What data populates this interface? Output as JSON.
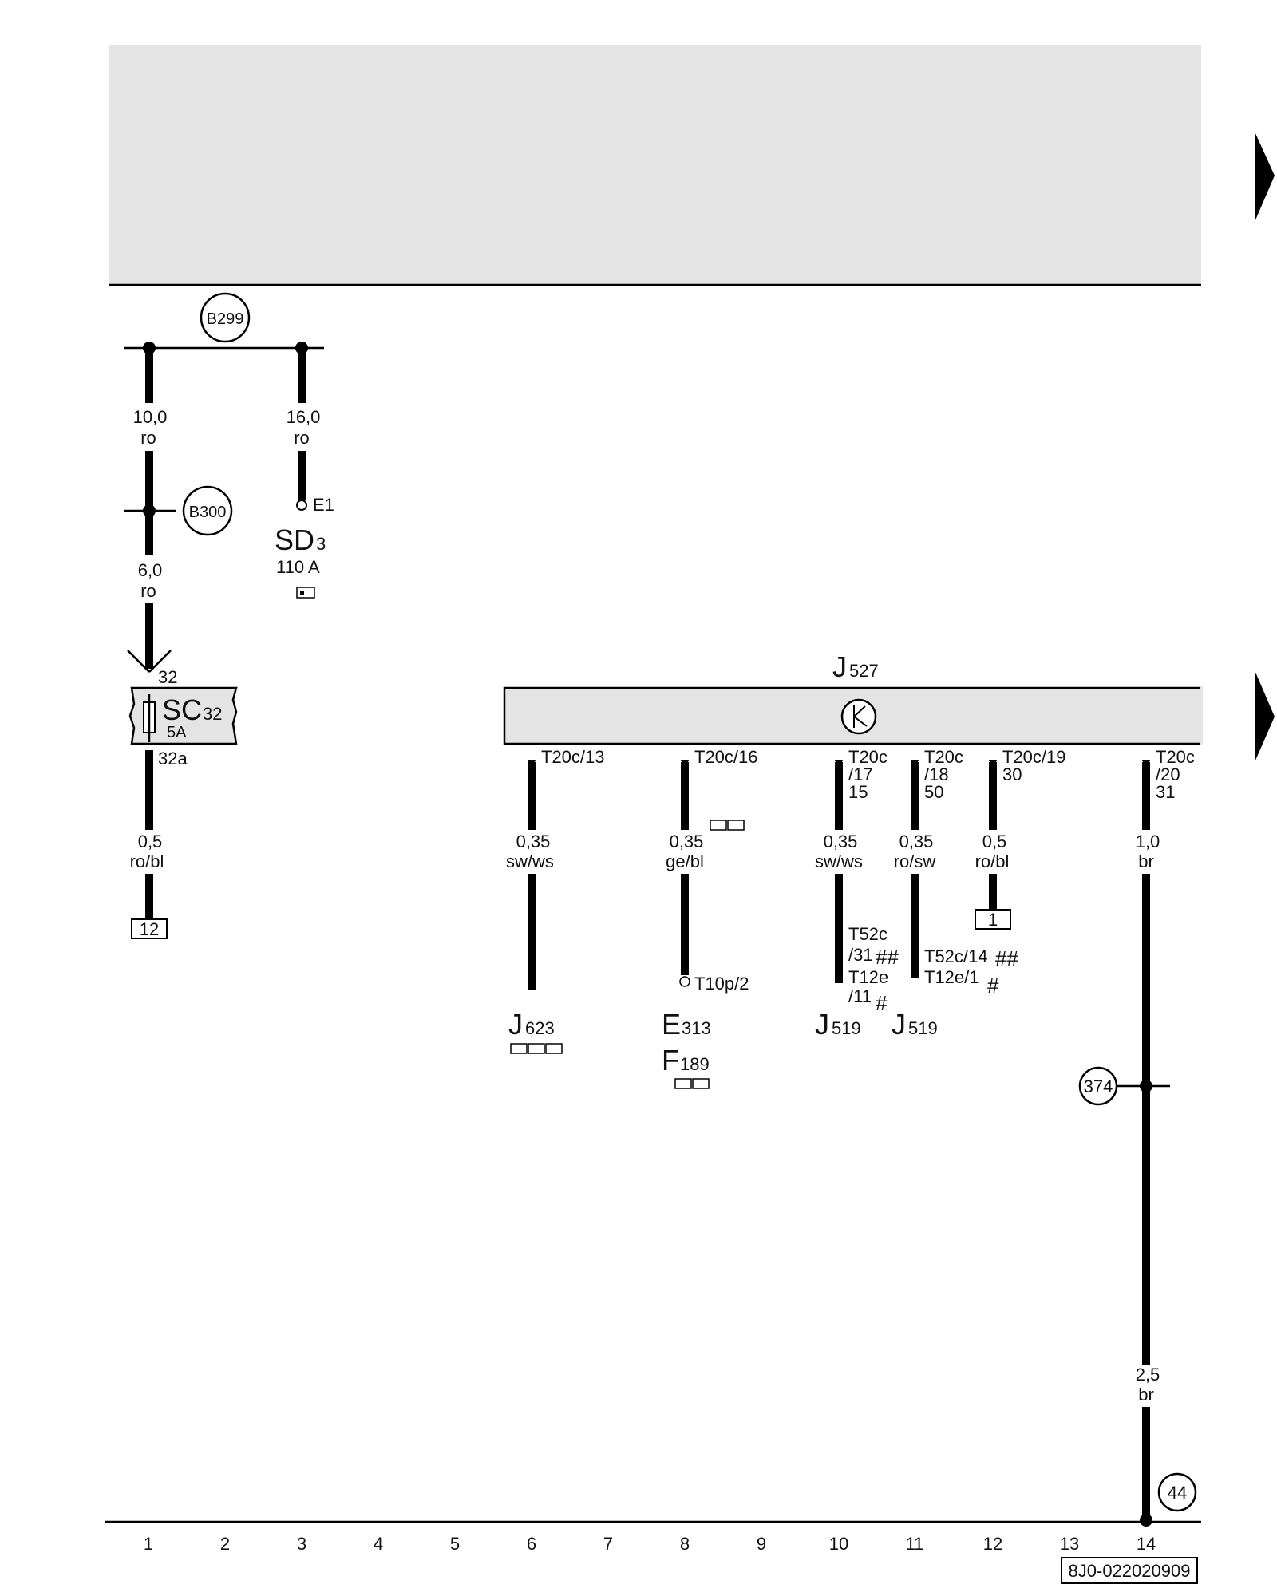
{
  "diagram_code": "8J0-022020909",
  "columns": [
    "1",
    "2",
    "3",
    "4",
    "5",
    "6",
    "7",
    "8",
    "9",
    "10",
    "11",
    "12",
    "13",
    "14"
  ],
  "nodes": {
    "b299": "B299",
    "b300": "B300",
    "n374": "374",
    "n44": "44"
  },
  "wires": {
    "w1a": {
      "size": "10,0",
      "color": "ro"
    },
    "w3": {
      "size": "16,0",
      "color": "ro"
    },
    "w1b": {
      "size": "6,0",
      "color": "ro"
    },
    "w1c": {
      "size": "0,5",
      "color": "ro/bl"
    },
    "w6": {
      "size": "0,35",
      "color": "sw/ws"
    },
    "w8": {
      "size": "0,35",
      "color": "ge/bl"
    },
    "w10": {
      "size": "0,35",
      "color": "sw/ws"
    },
    "w11": {
      "size": "0,35",
      "color": "ro/sw"
    },
    "w12": {
      "size": "0,5",
      "color": "ro/bl"
    },
    "w14a": {
      "size": "1,0",
      "color": "br"
    },
    "w14b": {
      "size": "2,5",
      "color": "br"
    }
  },
  "components": {
    "sd3": {
      "main": "SD",
      "sub": "3",
      "rating": "110 A",
      "pin": "E1"
    },
    "sc32": {
      "main": "SC",
      "sub": "32",
      "rating": "5A",
      "pin_in": "32",
      "pin_out": "32a"
    },
    "j527": {
      "main": "J",
      "sub": "527"
    },
    "j623": {
      "main": "J",
      "sub": "623"
    },
    "e313": {
      "main": "E",
      "sub": "313"
    },
    "f189": {
      "main": "F",
      "sub": "189"
    },
    "j519a": {
      "main": "J",
      "sub": "519"
    },
    "j519b": {
      "main": "J",
      "sub": "519"
    }
  },
  "pins": {
    "c6": "T20c/13",
    "c8": "T20c/16",
    "c10_l1": "T20c",
    "c10_l2": "/17",
    "c10_l3": "15",
    "c11_l1": "T20c",
    "c11_l2": "/18",
    "c11_l3": "50",
    "c12_l1": "T20c/19",
    "c12_l2": "30",
    "c14_l1": "T20c",
    "c14_l2": "/20",
    "c14_l3": "31",
    "t10p": "T10p/2",
    "t52c_l1": "T52c",
    "t52c_l2": "/31",
    "t12e_l1": "T12e",
    "t12e_l2": "/11",
    "t52c14": "T52c/14",
    "t12e1": "T12e/1",
    "dbl_hash": "##",
    "hash": "#"
  },
  "refs": {
    "ref12": "12",
    "ref1": "1"
  }
}
